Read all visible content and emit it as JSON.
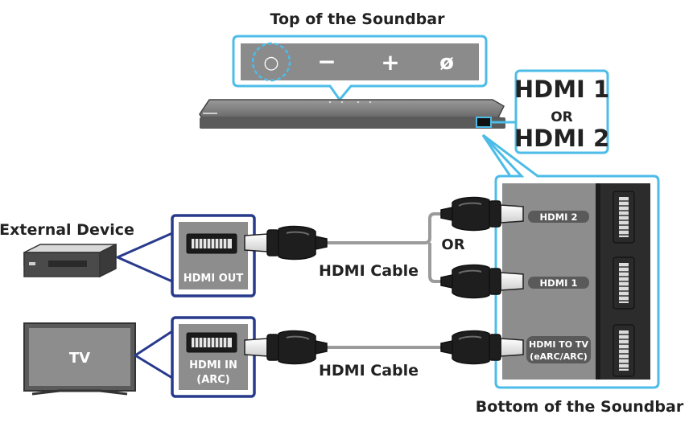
{
  "soundbar": {
    "top_label": "Top of the Soundbar",
    "bottom_label": "Bottom of the Soundbar",
    "buttons": [
      "○",
      "−",
      "+",
      "ø"
    ],
    "hdmi_callout": {
      "line1": "HDMI 1",
      "or": "OR",
      "line2": "HDMI 2"
    },
    "ports": {
      "hdmi2": "HDMI 2",
      "hdmi1": "HDMI 1",
      "hdmi_to_tv_1": "HDMI TO TV",
      "hdmi_to_tv_2": "(eARC/ARC)"
    }
  },
  "external_device": {
    "label": "External Device",
    "port_label": "HDMI OUT"
  },
  "tv": {
    "screen_label": "TV",
    "port_label_1": "HDMI IN",
    "port_label_2": "(ARC)"
  },
  "cables": {
    "label_top": "HDMI Cable",
    "label_bottom": "HDMI Cable",
    "or_label": "OR"
  },
  "colors": {
    "accent": "#4dbce8",
    "port_frame": "#283a8c",
    "panel": "#8d8d8d",
    "cable": "#9b9b9b"
  }
}
